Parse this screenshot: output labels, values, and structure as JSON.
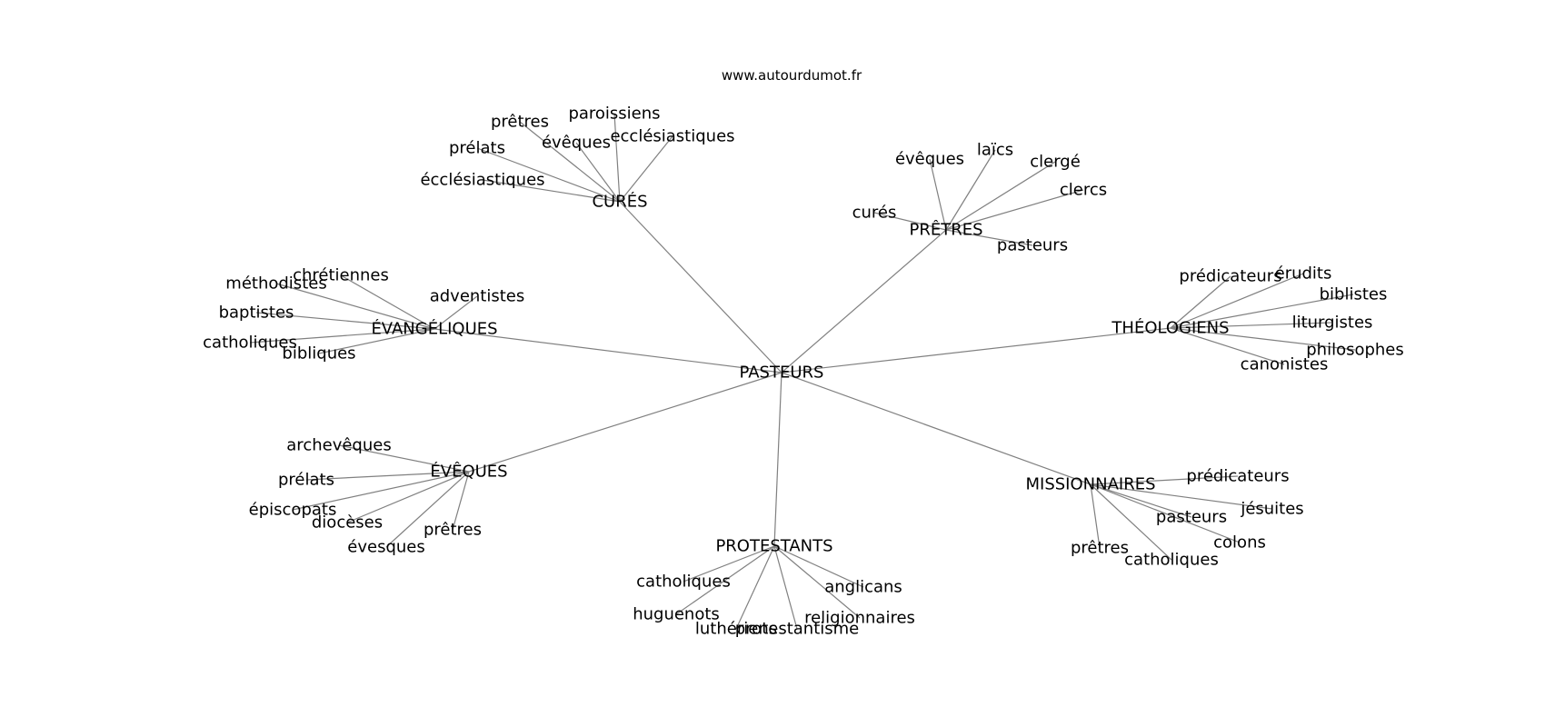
{
  "site": "www.autourdumot.fr",
  "colors": {
    "edge": "#808080",
    "text": "#000000",
    "background": "#ffffff"
  },
  "graph": {
    "root": "PASTEURS",
    "clusters": [
      {
        "label": "CURÉS",
        "children": [
          "paroissiens",
          "prêtres",
          "évêques",
          "ecclésiastiques",
          "prélats",
          "écclésiastiques"
        ]
      },
      {
        "label": "PRÊTRES",
        "children": [
          "évêques",
          "laïcs",
          "clergé",
          "clercs",
          "curés",
          "pasteurs"
        ]
      },
      {
        "label": "ÉVANGÉLIQUES",
        "children": [
          "chrétiennes",
          "méthodistes",
          "adventistes",
          "baptistes",
          "catholiques",
          "bibliques"
        ]
      },
      {
        "label": "THÉOLOGIENS",
        "children": [
          "prédicateurs",
          "érudits",
          "biblistes",
          "liturgistes",
          "philosophes",
          "canonistes"
        ]
      },
      {
        "label": "ÉVÊQUES",
        "children": [
          "archevêques",
          "prélats",
          "épiscopats",
          "diocèses",
          "prêtres",
          "évesques"
        ]
      },
      {
        "label": "MISSIONNAIRES",
        "children": [
          "prédicateurs",
          "jésuites",
          "pasteurs",
          "colons",
          "prêtres",
          "catholiques"
        ]
      },
      {
        "label": "PROTESTANTS",
        "children": [
          "catholiques",
          "anglicans",
          "huguenots",
          "religionnaires",
          "luthériens",
          "protestantisme"
        ]
      }
    ]
  }
}
